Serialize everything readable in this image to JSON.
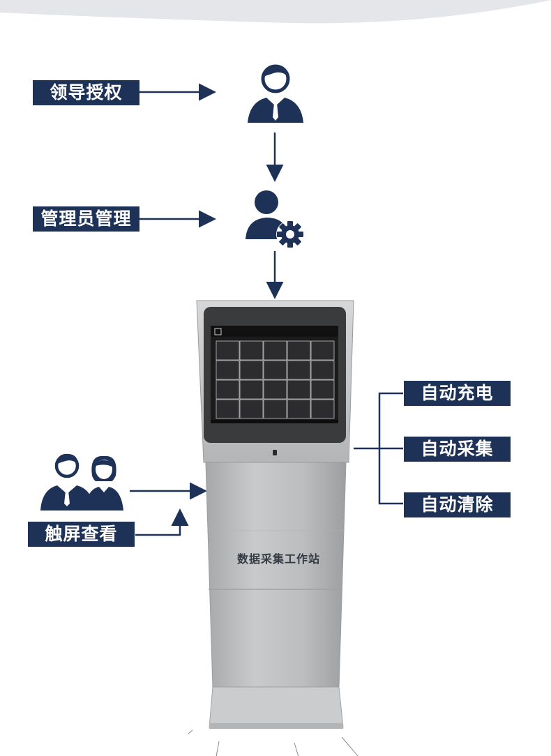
{
  "labels": {
    "leader_auth": "领导授权",
    "admin_manage": "管理员管理",
    "touch_view": "触屏查看",
    "auto_charge": "自动充电",
    "auto_collect": "自动采集",
    "auto_clear": "自动清除"
  },
  "kiosk": {
    "panel_label": "数据采集工作站"
  },
  "colors": {
    "navy": "#1e3258",
    "kiosk_silver": "#b9babc",
    "screen_bg": "#1a1a1a"
  },
  "icons": [
    "leader-user-icon",
    "admin-gear-user-icon",
    "two-users-icon"
  ]
}
